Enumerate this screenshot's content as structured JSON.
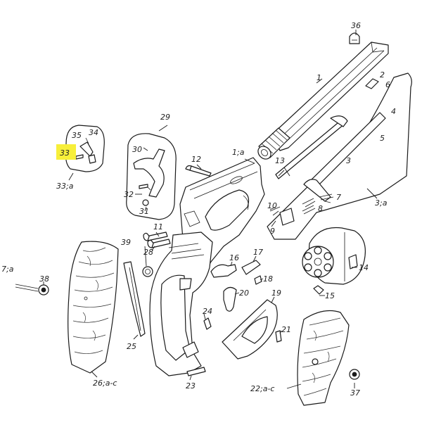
{
  "highlight_color": "#f7ef3a",
  "highlighted_label": "33",
  "labels": {
    "l1": "1",
    "l1a": "1;a",
    "l2": "2",
    "l3": "3",
    "l3a": "3;a",
    "l4": "4",
    "l5": "5",
    "l6": "6",
    "l7": "7",
    "l7a": "7;a",
    "l8": "8",
    "l9": "9",
    "l10": "10",
    "l11": "11",
    "l12": "12",
    "l13": "13",
    "l14": "14",
    "l15": "15",
    "l16": "16",
    "l17": "17",
    "l18": "18",
    "l19": "19",
    "l20": "20",
    "l21": "21",
    "l22": "22;a-c",
    "l23": "23",
    "l24": "24",
    "l25": "25",
    "l26": "26;a-c",
    "l28": "28",
    "l29": "29",
    "l30": "30",
    "l31": "31",
    "l32": "32",
    "l33": "33",
    "l33a": "33;a",
    "l34": "34",
    "l35": "35",
    "l36": "36",
    "l37": "37",
    "l38": "38",
    "l39": "39"
  }
}
